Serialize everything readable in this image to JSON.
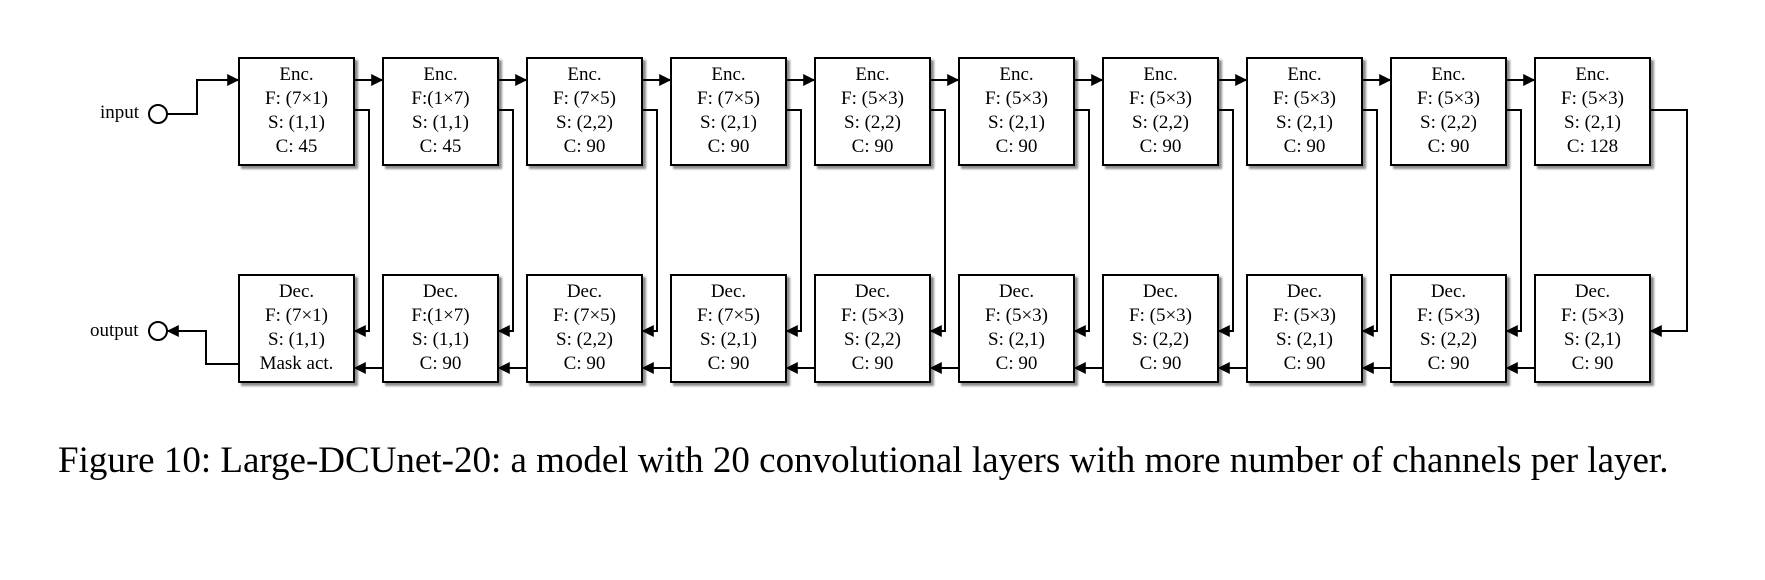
{
  "input_label": "input",
  "output_label": "output",
  "encoders": [
    {
      "title": "Enc.",
      "filter": "F: (7×1)",
      "stride": "S: (1,1)",
      "channels": "C: 45"
    },
    {
      "title": "Enc.",
      "filter": "F:(1×7)",
      "stride": "S: (1,1)",
      "channels": "C:  45"
    },
    {
      "title": "Enc.",
      "filter": "F: (7×5)",
      "stride": "S: (2,2)",
      "channels": "C: 90"
    },
    {
      "title": "Enc.",
      "filter": "F: (7×5)",
      "stride": "S: (2,1)",
      "channels": "C: 90"
    },
    {
      "title": "Enc.",
      "filter": "F: (5×3)",
      "stride": "S: (2,2)",
      "channels": "C: 90"
    },
    {
      "title": "Enc.",
      "filter": "F: (5×3)",
      "stride": "S: (2,1)",
      "channels": "C: 90"
    },
    {
      "title": "Enc.",
      "filter": "F: (5×3)",
      "stride": "S: (2,2)",
      "channels": "C: 90"
    },
    {
      "title": "Enc.",
      "filter": "F: (5×3)",
      "stride": "S: (2,1)",
      "channels": "C: 90"
    },
    {
      "title": "Enc.",
      "filter": "F: (5×3)",
      "stride": "S: (2,2)",
      "channels": "C: 90"
    },
    {
      "title": "Enc.",
      "filter": "F: (5×3)",
      "stride": "S: (2,1)",
      "channels": "C: 128"
    }
  ],
  "decoders": [
    {
      "title": "Dec.",
      "filter": "F: (7×1)",
      "stride": "S: (1,1)",
      "channels": "Mask act."
    },
    {
      "title": "Dec.",
      "filter": "F:(1×7)",
      "stride": "S: (1,1)",
      "channels": "C: 90"
    },
    {
      "title": "Dec.",
      "filter": "F: (7×5)",
      "stride": "S: (2,2)",
      "channels": "C: 90"
    },
    {
      "title": "Dec.",
      "filter": "F: (7×5)",
      "stride": "S: (2,1)",
      "channels": "C: 90"
    },
    {
      "title": "Dec.",
      "filter": "F: (5×3)",
      "stride": "S: (2,2)",
      "channels": "C: 90"
    },
    {
      "title": "Dec.",
      "filter": "F: (5×3)",
      "stride": "S: (2,1)",
      "channels": "C: 90"
    },
    {
      "title": "Dec.",
      "filter": "F: (5×3)",
      "stride": "S: (2,2)",
      "channels": "C: 90"
    },
    {
      "title": "Dec.",
      "filter": "F: (5×3)",
      "stride": "S: (2,1)",
      "channels": "C: 90"
    },
    {
      "title": "Dec.",
      "filter": "F: (5×3)",
      "stride": "S: (2,2)",
      "channels": "C: 90"
    },
    {
      "title": "Dec.",
      "filter": "F: (5×3)",
      "stride": "S: (2,1)",
      "channels": "C: 90"
    }
  ],
  "caption": "Figure 10: Large-DCUnet-20: a model with 20 convolutional layers with more number of channels per layer."
}
